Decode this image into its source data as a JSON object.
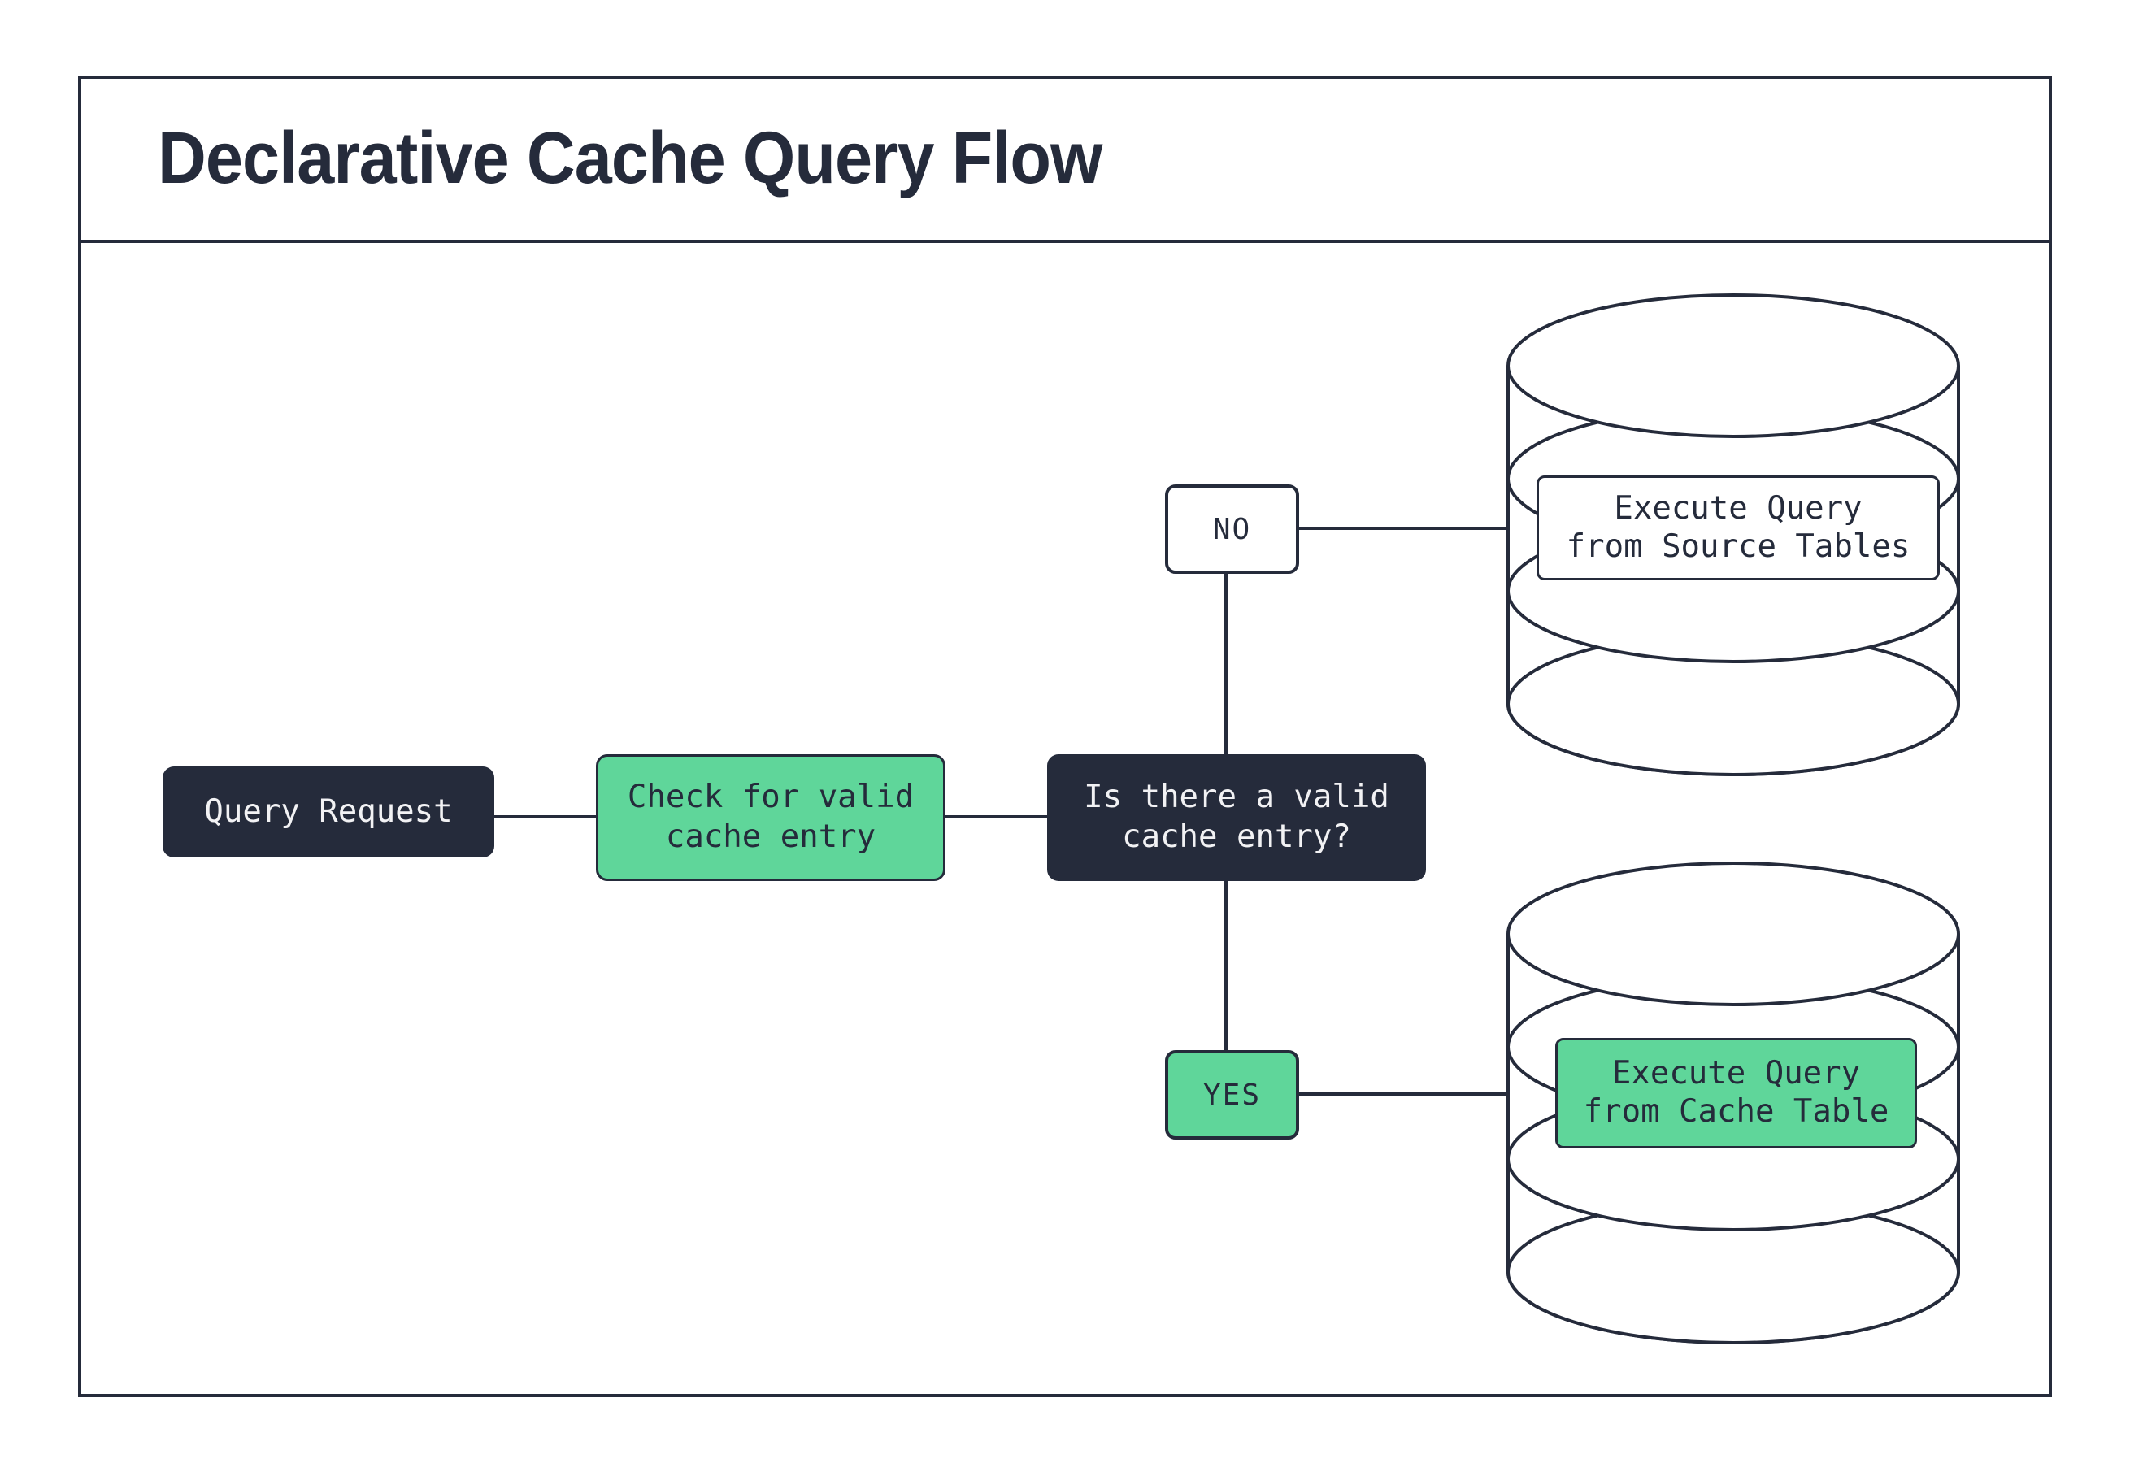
{
  "title": "Declarative Cache Query Flow",
  "colors": {
    "ink": "#252B3B",
    "green": "#5FD69A",
    "paper": "#FFFFFF",
    "light_text": "#F2F2F4"
  },
  "nodes": {
    "query_request": {
      "label": "Query Request"
    },
    "check_cache": {
      "line1": "Check for valid",
      "line2": "cache entry"
    },
    "decision": {
      "line1": "Is there a valid",
      "line2": "cache entry?"
    },
    "execute_source": {
      "line1": "Execute Query",
      "line2": "from Source Tables"
    },
    "execute_cache": {
      "line1": "Execute Query",
      "line2": "from Cache Table"
    }
  },
  "edges": {
    "no_label": "NO",
    "yes_label": "YES"
  }
}
